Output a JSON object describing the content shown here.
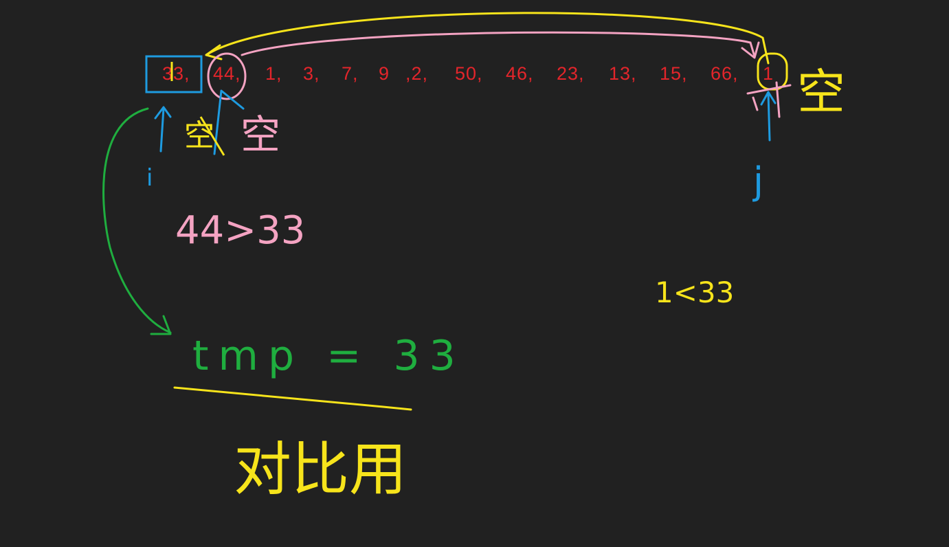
{
  "colors": {
    "background": "#212121",
    "sequence": "#e3252b",
    "blue": "#1e9be0",
    "yellow": "#f7e41b",
    "pink": "#f4a3c2",
    "green": "#1fae3f"
  },
  "sequence": {
    "items": [
      {
        "text": "33,"
      },
      {
        "text": "44,"
      },
      {
        "text": "1,"
      },
      {
        "text": "3,"
      },
      {
        "text": "7,"
      },
      {
        "text": "9"
      },
      {
        "text": ",2,"
      },
      {
        "text": "50,"
      },
      {
        "text": "46,"
      },
      {
        "text": "23,"
      },
      {
        "text": "13,"
      },
      {
        "text": "15,"
      },
      {
        "text": "66,"
      },
      {
        "text": "1"
      }
    ]
  },
  "annotations": {
    "pointer_i": "i",
    "pointer_j": "j",
    "empty_mark_left": "空",
    "empty_mark_right": "空",
    "compare_left": "44>33",
    "compare_right": "1<33",
    "tmp_line": "tmp = 33",
    "purpose_note": "对比用"
  }
}
